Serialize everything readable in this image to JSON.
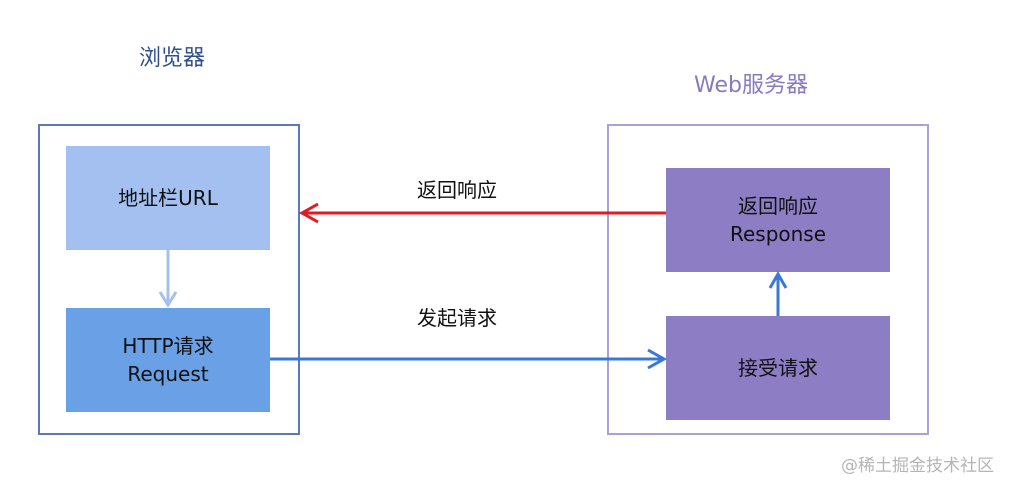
{
  "browser": {
    "title": "浏览器",
    "address_bar": "地址栏URL",
    "http_request_line1": "HTTP请求",
    "http_request_line2": "Request"
  },
  "server": {
    "title": "Web服务器",
    "response_line1": "返回响应",
    "response_line2": "Response",
    "accept_request": "接受请求"
  },
  "arrows": {
    "response_label": "返回响应",
    "request_label": "发起请求"
  },
  "colors": {
    "browser_accent": "#2f4f8f",
    "server_accent": "#8879c0",
    "response_arrow": "#e01b22",
    "request_arrow": "#3a78d6",
    "url_box": "#a4c0f0",
    "http_box": "#6aa0e6",
    "server_box": "#8c7dc4"
  },
  "watermark": "@稀土掘金技术社区"
}
